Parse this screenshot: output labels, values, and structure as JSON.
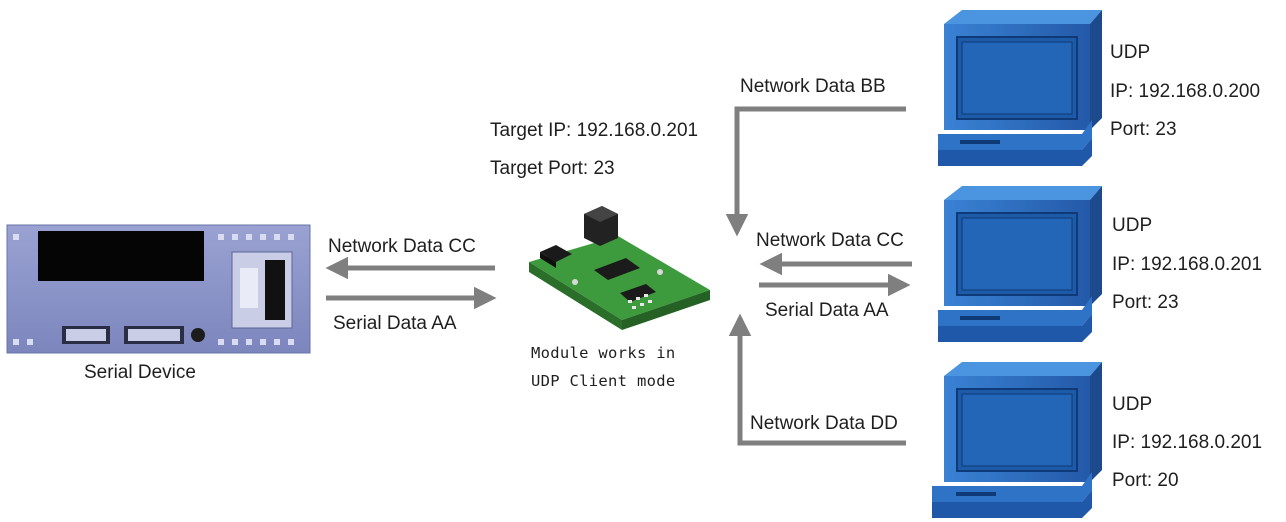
{
  "target": {
    "ip_label": "Target IP: 192.168.0.201",
    "port_label": "Target Port: 23"
  },
  "serial_device": {
    "label": "Serial Device"
  },
  "module": {
    "caption_line1": "Module works in",
    "caption_line2": "UDP Client mode"
  },
  "left_arrows": {
    "upper_label": "Network Data CC",
    "lower_label": "Serial Data AA"
  },
  "right_arrows": {
    "top_label": "Network Data BB",
    "mid_upper_label": "Network Data CC",
    "mid_lower_label": "Serial Data AA",
    "bottom_label": "Network Data DD"
  },
  "computers": [
    {
      "protocol": "UDP",
      "ip": "IP: 192.168.0.200",
      "port": "Port: 23"
    },
    {
      "protocol": "UDP",
      "ip": "IP: 192.168.0.201",
      "port": "Port: 23"
    },
    {
      "protocol": "UDP",
      "ip": "IP: 192.168.0.201",
      "port": "Port: 20"
    }
  ],
  "colors": {
    "arrow": "#7f7f7f",
    "pc_body": "#2f73c6",
    "pc_screen": "#1f58a8",
    "device_body": "#8892c6",
    "pcb": "#3f9f3f"
  }
}
